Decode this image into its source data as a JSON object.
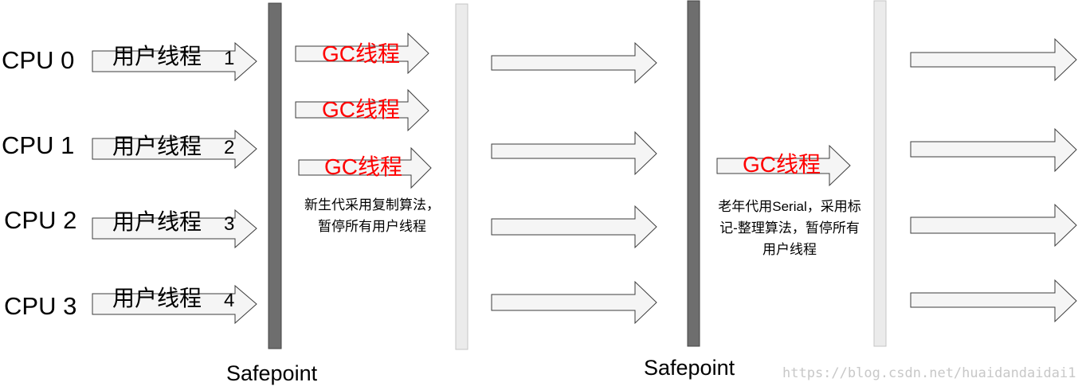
{
  "cpus": [
    {
      "label": "CPU 0",
      "thread": "用户线程",
      "num": "1"
    },
    {
      "label": "CPU 1",
      "thread": "用户线程",
      "num": "2"
    },
    {
      "label": "CPU 2",
      "thread": "用户线程",
      "num": "3"
    },
    {
      "label": "CPU 3",
      "thread": "用户线程",
      "num": "4"
    }
  ],
  "gc_labels": [
    "GC线程",
    "GC线程",
    "GC线程",
    "GC线程"
  ],
  "notes": {
    "young": "新生代采用复制算法，暂停所有用户线程",
    "old": "老年代用Serial，采用标记-整理算法，暂停所有用户线程"
  },
  "safepoints": [
    "Safepoint",
    "Safepoint"
  ],
  "watermark": "https://blog.csdn.net/huaidandaidai1",
  "colors": {
    "gc_text": "#ff0000",
    "safepoint_bar": "#6e6e6e",
    "resume_bar": "#ebebeb",
    "arrow_fill": "#f5f5f5"
  }
}
